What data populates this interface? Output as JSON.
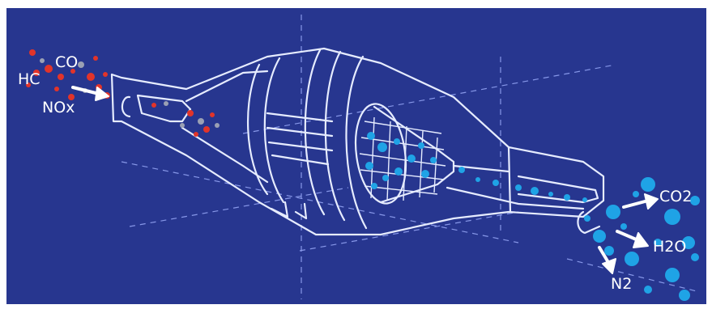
{
  "diagram": {
    "inputs": [
      {
        "id": "hc",
        "label": "HC"
      },
      {
        "id": "co",
        "label": "CO"
      },
      {
        "id": "nox",
        "label": "NOx"
      }
    ],
    "outputs": [
      {
        "id": "co2",
        "label": "CO2"
      },
      {
        "id": "h2o",
        "label": "H2O"
      },
      {
        "id": "n2",
        "label": "N2"
      }
    ],
    "colors": {
      "background": "#27368f",
      "line": "#e6ecff",
      "pollutant_red": "#e2342a",
      "pollutant_gray": "#9aa0b4",
      "clean_blue": "#1fa3e6"
    }
  }
}
